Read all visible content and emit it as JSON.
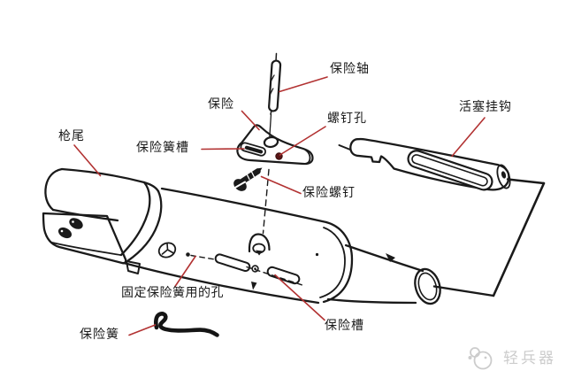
{
  "labels": {
    "gun_tail": "枪尾",
    "safety": "保险",
    "safety_axis": "保险轴",
    "screw_hole": "螺钉孔",
    "piston_hook": "活塞挂钩",
    "safety_spring_groove": "保险簧槽",
    "safety_screw": "保险螺钉",
    "spring_fixing_hole": "固定保险簧用的孔",
    "safety_spring": "保险簧",
    "safety_slot": "保险槽"
  },
  "watermark": {
    "text": "轻兵器"
  },
  "colors": {
    "ink": "#1a1a1a",
    "leader_line": "#b23232",
    "screw_hole_fill": "#571616",
    "watermark": "#cccccc",
    "background": "#ffffff"
  }
}
